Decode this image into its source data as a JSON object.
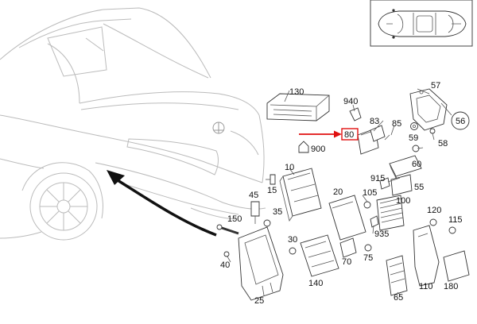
{
  "diagram": {
    "highlighted_part": "80",
    "callouts": [
      {
        "id": "130",
        "label": "130"
      },
      {
        "id": "940",
        "label": "940"
      },
      {
        "id": "57",
        "label": "57"
      },
      {
        "id": "83",
        "label": "83"
      },
      {
        "id": "85",
        "label": "85"
      },
      {
        "id": "56",
        "label": "56"
      },
      {
        "id": "80",
        "label": "80"
      },
      {
        "id": "900",
        "label": "900"
      },
      {
        "id": "59",
        "label": "59"
      },
      {
        "id": "58",
        "label": "58"
      },
      {
        "id": "10",
        "label": "10"
      },
      {
        "id": "60",
        "label": "60"
      },
      {
        "id": "915",
        "label": "915"
      },
      {
        "id": "15",
        "label": "15"
      },
      {
        "id": "55",
        "label": "55"
      },
      {
        "id": "45",
        "label": "45"
      },
      {
        "id": "20",
        "label": "20"
      },
      {
        "id": "105",
        "label": "105"
      },
      {
        "id": "100",
        "label": "100"
      },
      {
        "id": "35",
        "label": "35"
      },
      {
        "id": "120",
        "label": "120"
      },
      {
        "id": "150",
        "label": "150"
      },
      {
        "id": "115",
        "label": "115"
      },
      {
        "id": "935",
        "label": "935"
      },
      {
        "id": "30",
        "label": "30"
      },
      {
        "id": "40",
        "label": "40"
      },
      {
        "id": "70",
        "label": "70"
      },
      {
        "id": "75",
        "label": "75"
      },
      {
        "id": "140",
        "label": "140"
      },
      {
        "id": "110",
        "label": "110"
      },
      {
        "id": "180",
        "label": "180"
      },
      {
        "id": "25",
        "label": "25"
      },
      {
        "id": "65",
        "label": "65"
      }
    ]
  }
}
